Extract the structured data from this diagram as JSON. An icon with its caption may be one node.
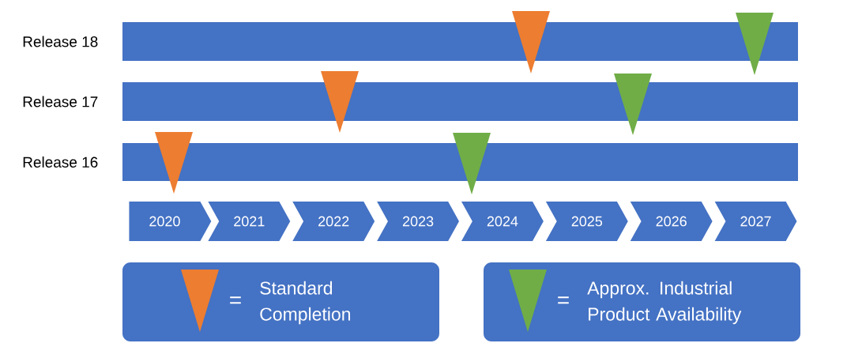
{
  "diagram": {
    "nodes": [
      {
        "text": [
          "Release 18"
        ]
      },
      {
        "text": [
          "Release 17"
        ]
      },
      {
        "text": [
          "Release 16"
        ]
      },
      {
        "text": [
          "2020"
        ]
      },
      {
        "text": [
          "2021"
        ]
      },
      {
        "text": [
          "2022"
        ]
      },
      {
        "text": [
          "2023"
        ]
      },
      {
        "text": [
          "2024"
        ]
      },
      {
        "text": [
          "2025"
        ]
      },
      {
        "text": [
          "2026"
        ]
      },
      {
        "text": [
          "2027"
        ]
      },
      {
        "text": [],
        "shape": "triangle"
      },
      {
        "text": [],
        "shape": "triangle"
      },
      {
        "text": [],
        "shape": "triangle"
      },
      {
        "text": [],
        "shape": "triangle"
      },
      {
        "text": [],
        "shape": "triangle"
      },
      {
        "text": [],
        "shape": "triangle"
      }
    ],
    "labels": [
      "=",
      "="
    ],
    "legend": [
      {
        "text": "Standard Completion",
        "color": "#ed7d31"
      },
      {
        "text": "Approx. Industrial Product Availability",
        "color": "#70ad47"
      }
    ]
  }
}
